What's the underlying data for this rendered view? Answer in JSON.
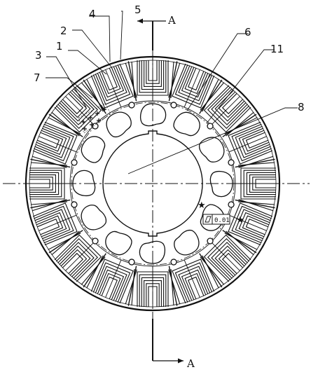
{
  "labels": {
    "n1": "1",
    "n2": "2",
    "n3": "3",
    "n4": "4",
    "n5": "5",
    "n6": "6",
    "n7": "7",
    "n8": "8",
    "n11": "11",
    "section_top": "A",
    "section_bottom": "A"
  },
  "tolerance_frame": {
    "symbol": "flatness-symbol",
    "value": "0.01"
  },
  "features": {
    "outer_slots": 16,
    "inner_pockets": 12,
    "rivet_holes": 12,
    "keyways": 2,
    "star_marks": 2
  },
  "colors": {
    "ink": "#111111",
    "background": "#ffffff"
  }
}
